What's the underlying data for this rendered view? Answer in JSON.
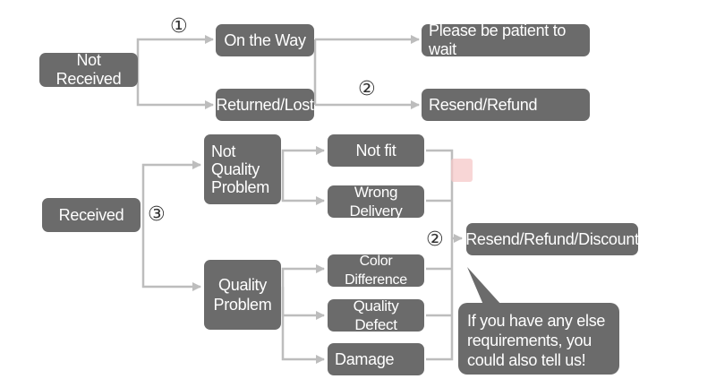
{
  "nodes": {
    "not_received": "Not Received",
    "on_the_way": "On the Way",
    "returned_lost": "Returned/Lost",
    "please_wait": "Please be patient to wait",
    "resend_refund": "Resend/Refund",
    "received": "Received",
    "not_quality_problem": "Not\nQuality\nProblem",
    "quality_problem": "Quality\nProblem",
    "not_fit": "Not fit",
    "wrong_delivery": "Wrong Delivery",
    "color_difference": "Color Difference",
    "quality_defect": "Quality Defect",
    "damage": "Damage",
    "resend_refund_discount": "Resend/Refund/Discount"
  },
  "markers": {
    "one": "①",
    "two_top": "②",
    "three": "③",
    "two_bottom": "②"
  },
  "note": "If you have any else requirements, you could also tell us!",
  "colors": {
    "box": "#6b6b6b",
    "connector": "#bdbdbd",
    "text": "#ffffff"
  },
  "icons": [
    "search-icon"
  ]
}
